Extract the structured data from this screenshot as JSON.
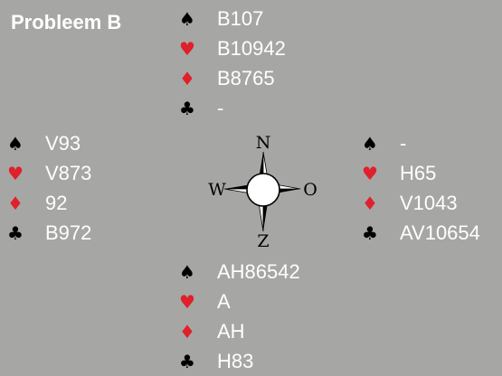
{
  "title": "Probleem B",
  "colors": {
    "background": "#a6a6a5",
    "red_suit": "#e0202a",
    "black_suit": "#000000",
    "card_text": "#ffffff"
  },
  "suit_icons": [
    "spade-icon",
    "heart-icon",
    "diamond-icon",
    "club-icon"
  ],
  "hands": {
    "north": {
      "spades": "B107",
      "hearts": "B10942",
      "diamonds": "B8765",
      "clubs": "-"
    },
    "west": {
      "spades": "V93",
      "hearts": "V873",
      "diamonds": "92",
      "clubs": "B972"
    },
    "east": {
      "spades": "-",
      "hearts": "H65",
      "diamonds": "V1043",
      "clubs": "AV10654"
    },
    "south": {
      "spades": "AH86542",
      "hearts": "A",
      "diamonds": "AH",
      "clubs": "H83"
    }
  },
  "compass": {
    "n": "N",
    "w": "W",
    "o": "O",
    "z": "Z"
  }
}
